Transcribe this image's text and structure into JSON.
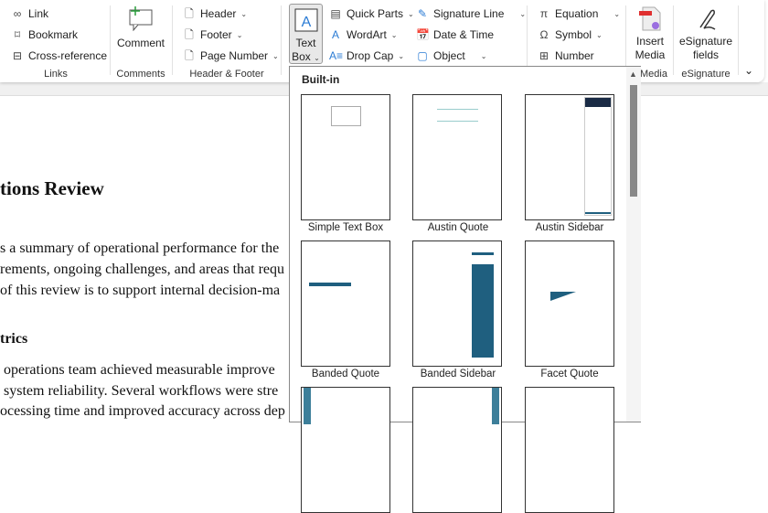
{
  "ribbon": {
    "links": {
      "link": "Link",
      "bookmark": "Bookmark",
      "cross_reference": "Cross-reference",
      "group": "Links"
    },
    "comments": {
      "comment": "Comment",
      "group": "Comments"
    },
    "header_footer": {
      "header": "Header",
      "footer": "Footer",
      "page_number": "Page Number",
      "group": "Header & Footer"
    },
    "text": {
      "text_box_line1": "Text",
      "text_box_line2": "Box",
      "quick_parts": "Quick Parts",
      "wordart": "WordArt",
      "drop_cap": "Drop Cap",
      "signature_line": "Signature Line",
      "date_time": "Date & Time",
      "object": "Object"
    },
    "symbols": {
      "equation": "Equation",
      "symbol": "Symbol",
      "number": "Number"
    },
    "media": {
      "insert_line1": "Insert",
      "insert_line2": "Media",
      "group": "Media"
    },
    "esignature": {
      "line1": "eSignature",
      "line2": "fields",
      "group": "eSignature"
    }
  },
  "document": {
    "title": "tions Review",
    "para1": [
      "s a summary of operational performance for the",
      "rements, ongoing challenges, and areas that requ",
      "of this review is to support internal decision-ma"
    ],
    "heading2": "trics",
    "para2": [
      " operations team achieved measurable improve",
      " system reliability. Several workflows were stre",
      "ocessing time and improved accuracy across dep"
    ]
  },
  "gallery": {
    "section": "Built-in",
    "items": [
      "Simple Text Box",
      "Austin Quote",
      "Austin Sidebar",
      "Banded Quote",
      "Banded Sidebar",
      "Facet Quote"
    ]
  },
  "colors": {
    "accent": "#1f5f7f",
    "dark_navy": "#1a2b45"
  }
}
